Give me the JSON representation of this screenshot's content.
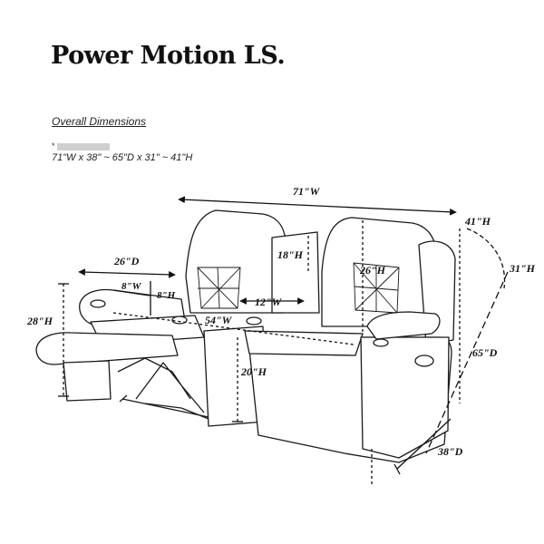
{
  "title": "Power Motion LS.",
  "overall": {
    "heading": "Overall Dimensions",
    "bullet": "*",
    "dimensions": "71\"W x 38\" ~ 65\"D x 31\" ~ 41\"H"
  },
  "dimensions": {
    "width_total": "71\"W",
    "height_max": "41\"H",
    "height_min": "31\"H",
    "depth_extended": "65\"D",
    "depth_closed": "38\"D",
    "seat_depth": "26\"D",
    "armrest_height": "28\"H",
    "arm_width": "8\"W",
    "arm_height": "8\"H",
    "console_height": "18\"H",
    "console_width": "12\"W",
    "seat_width": "54\"W",
    "back_height": "26\"H",
    "seat_height": "20\"H"
  }
}
